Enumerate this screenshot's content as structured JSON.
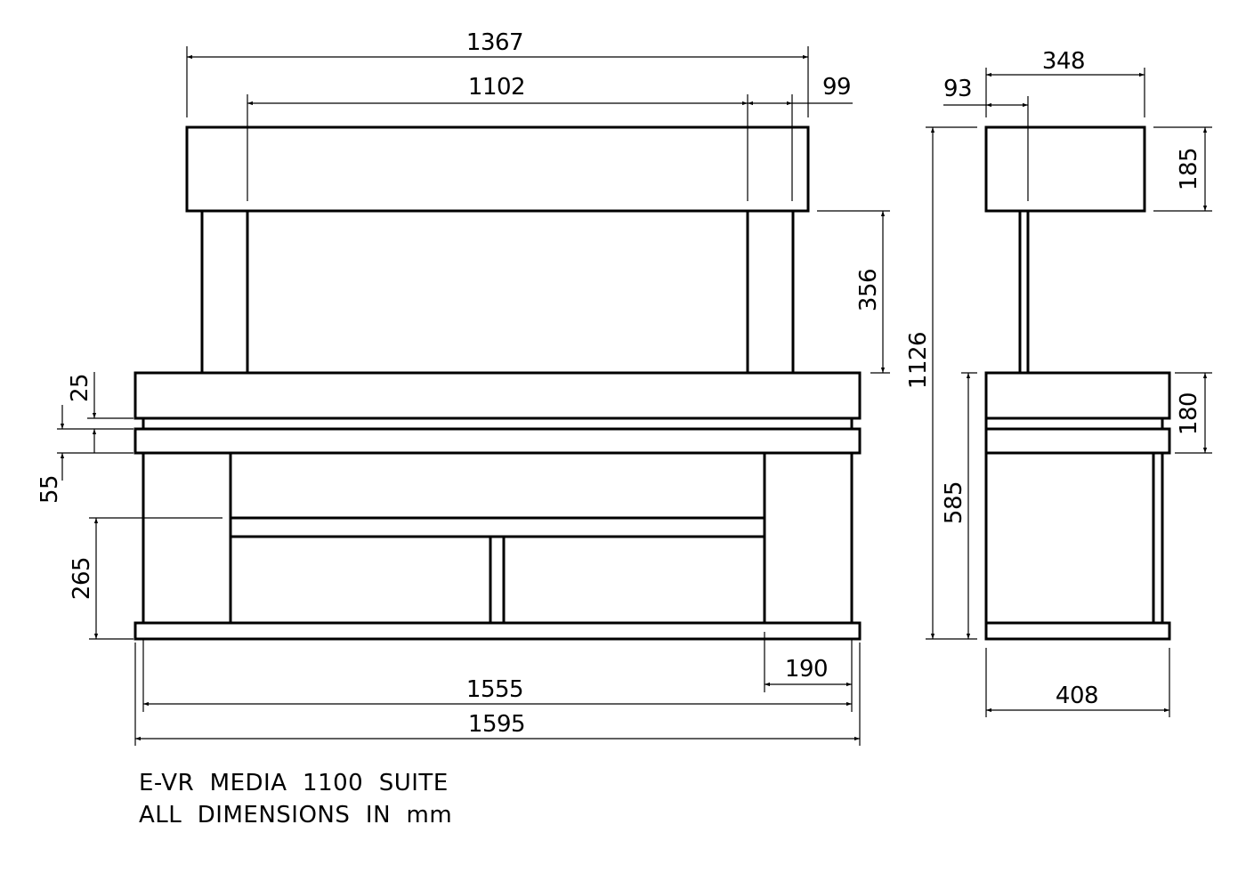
{
  "title": {
    "line1": "E-VR  MEDIA  1100  SUITE",
    "line2": "ALL  DIMENSIONS  IN  mm"
  },
  "dimensions": {
    "top_width_overall": "1367",
    "top_width_inner": "1102",
    "top_overhang": "99",
    "hood_gap_height": "356",
    "overall_height": "1126",
    "mantel_gap": "25",
    "shelf_band": "55",
    "lower_shelf_height": "265",
    "leg_width": "190",
    "base_width_inner": "1555",
    "base_width_overall": "1595",
    "side_top_depth": "348",
    "side_top_offset": "93",
    "side_top_height": "185",
    "side_mantel_height": "180",
    "side_lower_height": "585",
    "side_base_depth": "408"
  }
}
